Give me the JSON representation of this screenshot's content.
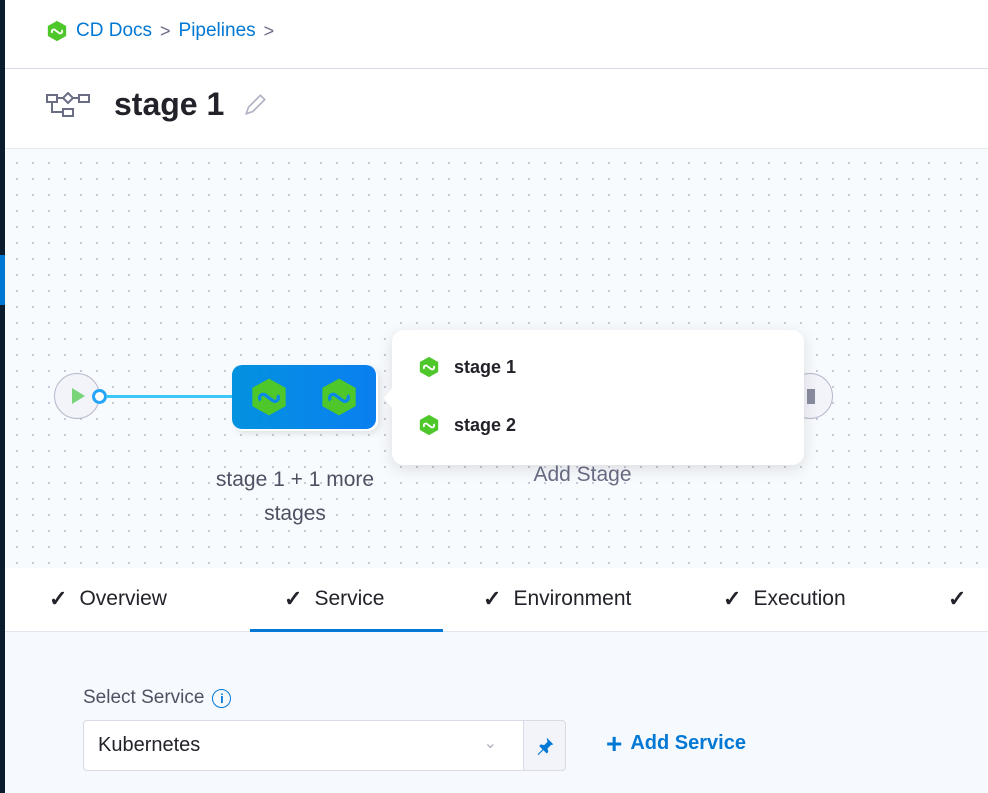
{
  "breadcrumb": {
    "items": [
      {
        "label": "CD Docs"
      },
      {
        "label": "Pipelines"
      }
    ],
    "separator": ">"
  },
  "header": {
    "title": "stage 1"
  },
  "canvas": {
    "stage_group_label": "stage 1 + 1 more stages",
    "add_stage_label": "Add Stage",
    "popup_items": [
      {
        "label": "stage 1"
      },
      {
        "label": "stage 2"
      }
    ]
  },
  "tabs": [
    {
      "label": "Overview",
      "completed": true
    },
    {
      "label": "Service",
      "completed": true,
      "active": true
    },
    {
      "label": "Environment",
      "completed": true
    },
    {
      "label": "Execution",
      "completed": true
    },
    {
      "label": "",
      "completed": true
    }
  ],
  "service": {
    "label": "Select Service",
    "value": "Kubernetes",
    "add_label": "Add Service"
  },
  "colors": {
    "accent": "#0278d5",
    "stage_green": "#4dc72a",
    "stage_box": "#0a8ae6"
  },
  "icons": {
    "check": "✓",
    "info": "i",
    "chevron": "⌄",
    "pin": "pin-icon",
    "plus": "+"
  }
}
